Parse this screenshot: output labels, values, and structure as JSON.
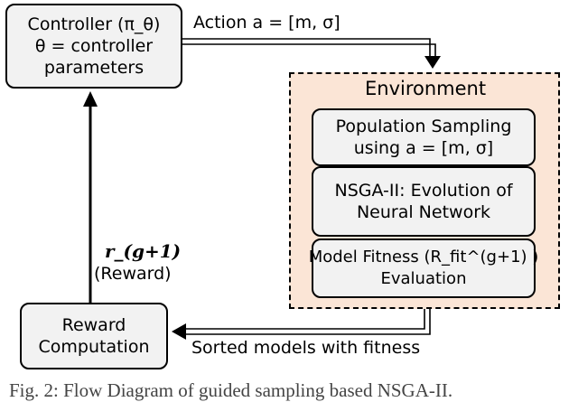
{
  "controller": {
    "line1": "Controller (π_θ)",
    "line2": "θ = controller",
    "line3": "parameters"
  },
  "action_label": "Action a = [m, σ]",
  "environment": {
    "title": "Environment",
    "sampling": {
      "line1": "Population Sampling",
      "line2": "using a = [m, σ]"
    },
    "nsga": {
      "line1": "NSGA-II: Evolution of",
      "line2": "Neural Network"
    },
    "fitness": {
      "line1": "Model Fitness (R_fit^(g+1) )",
      "line2": "Evaluation"
    }
  },
  "reward_box": {
    "line1": "Reward",
    "line2": "Computation"
  },
  "reward_label": {
    "symbol": "r_(g+1)",
    "text": "(Reward)"
  },
  "sorted_label": "Sorted models with fitness",
  "caption": "Fig. 2: Flow Diagram of guided sampling based NSGA-II."
}
